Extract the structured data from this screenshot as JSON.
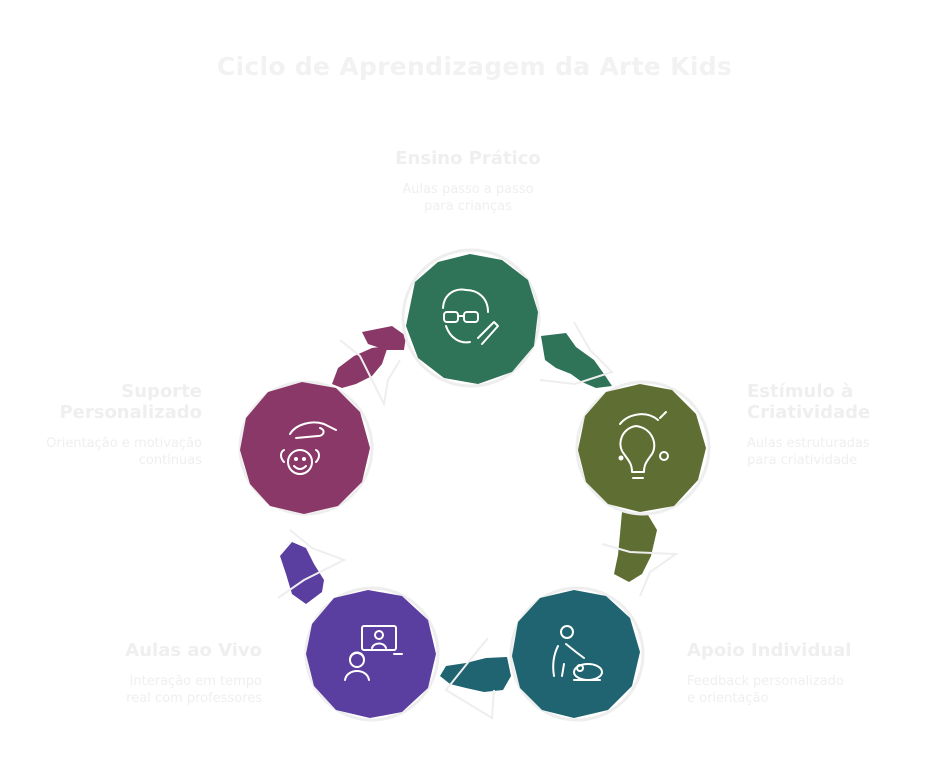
{
  "title": "Ciclo de Aprendizagem da Arte Kids",
  "stages": [
    {
      "title": "Ensino Prático",
      "desc_line1": "Aulas passo a passo",
      "desc_line2": "para crianças",
      "color": "#2f7359",
      "icon": "teacher-icon"
    },
    {
      "title_line1": "Estímulo à",
      "title_line2": "Criatividade",
      "desc_line1": "Aulas estruturadas",
      "desc_line2": "para criatividade",
      "color": "#5f6e32",
      "icon": "lightbulb-icon"
    },
    {
      "title": "Apoio Individual",
      "desc_line1": "Feedback personalizado",
      "desc_line2": "e orientação",
      "color": "#1f6470",
      "icon": "individual-support-icon"
    },
    {
      "title": "Aulas ao Vivo",
      "desc_line1": "Interação em tempo",
      "desc_line2": "real com professores",
      "color": "#5a3ea0",
      "icon": "live-class-icon"
    },
    {
      "title_line1": "Suporte",
      "title_line2": "Personalizado",
      "desc_line1": "Orientação e motivação",
      "desc_line2": "contínuas",
      "color": "#8a3868",
      "icon": "care-hand-icon"
    }
  ]
}
